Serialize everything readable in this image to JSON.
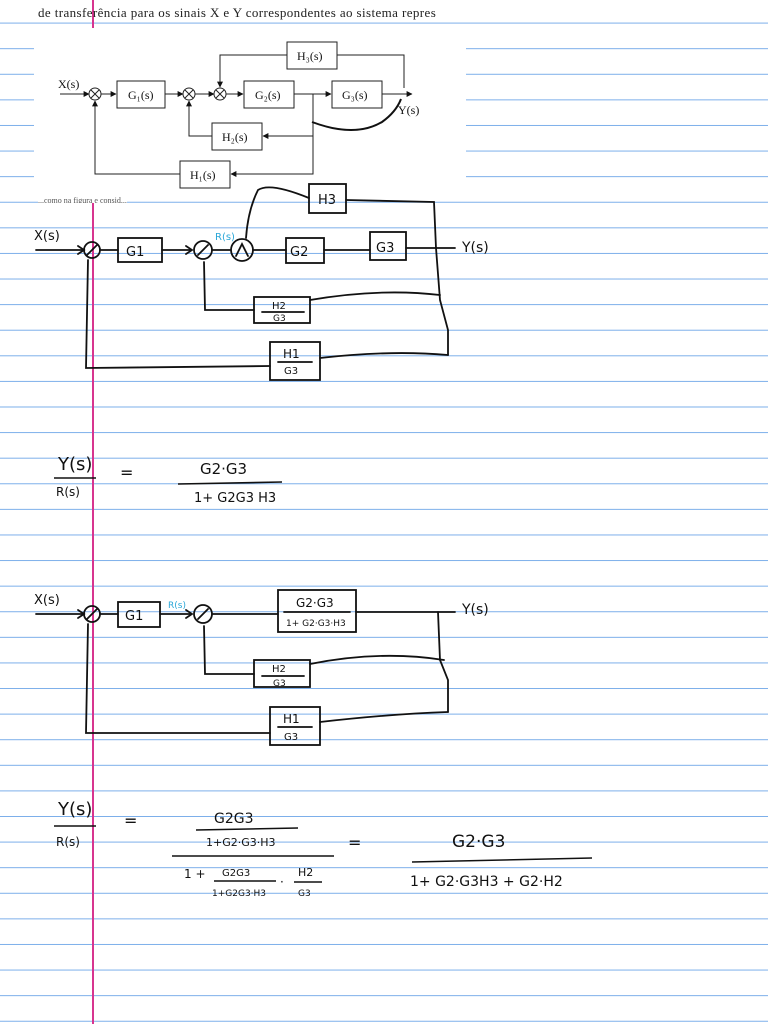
{
  "header": {
    "text": "de transferência para os sinais X e Y correspondentes ao sistema repres",
    "cut_line": "...como na figura e consid..."
  },
  "printed_diagram": {
    "input": "X(s)",
    "output": "Y(s)",
    "blocks": {
      "g1": "G₁(s)",
      "g2": "G₂(s)",
      "g3": "G₃(s)",
      "h1": "H₁(s)",
      "h2": "H₂(s)",
      "h3": "H₃(s)"
    }
  },
  "sketch1": {
    "input": "X(s)",
    "output": "Y(s)",
    "signal": "R(s)",
    "g1": "G1",
    "g2": "G2",
    "g3": "G3",
    "h3": "H3",
    "h2_num": "H2",
    "h2_den": "G3",
    "h1_num": "H1",
    "h1_den": "G3"
  },
  "eq1": {
    "lhs_num": "Y(s)",
    "lhs_den": "R(s)",
    "eq": "=",
    "num": "G2·G3",
    "den": "1+ G2G3 H3"
  },
  "sketch2": {
    "input": "X(s)",
    "output": "Y(s)",
    "signal": "R(s)",
    "g1": "G1",
    "block_num": "G2·G3",
    "block_den": "1+ G2·G3·H3",
    "h2_num": "H2",
    "h2_den": "G3",
    "h1_num": "H1",
    "h1_den": "G3"
  },
  "eq2": {
    "lhs_num": "Y(s)",
    "lhs_den": "R(s)",
    "eq1": "=",
    "eq2": "=",
    "frac_num": "G2G3",
    "frac_den": "1+G2·G3·H3",
    "den_one": "1 +",
    "den_frac_num": "G2G3",
    "den_frac_den": "1+G2G3·H3",
    "den_dot": "·",
    "den_h_num": "H2",
    "den_h_den": "G3",
    "result_num": "G2·G3",
    "result_den": "1+ G2·G3H3 + G2·H2"
  },
  "colors": {
    "ruling": "#64a0e6",
    "margin": "#d7358f",
    "ink": "#111111",
    "annotation": "#2aa7d8"
  }
}
